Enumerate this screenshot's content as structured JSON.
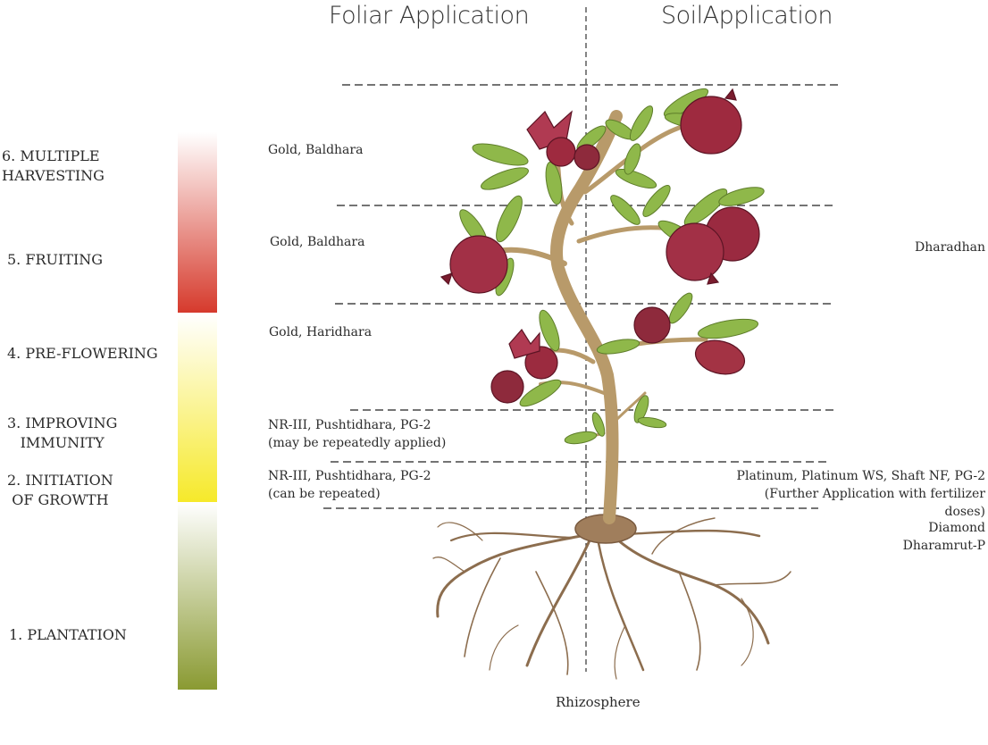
{
  "headers": {
    "foliar": "Foliar Application",
    "soil": "SoilApplication"
  },
  "stages": [
    {
      "lines": [
        "6. MULTIPLE",
        "HARVESTING"
      ]
    },
    {
      "lines": [
        "5. FRUITING"
      ]
    },
    {
      "lines": [
        "4. PRE-FLOWERING"
      ]
    },
    {
      "lines": [
        "3. IMPROVING",
        "IMMUNITY"
      ]
    },
    {
      "lines": [
        "2. INITIATION",
        "OF GROWTH"
      ]
    },
    {
      "lines": [
        "1. PLANTATION"
      ]
    }
  ],
  "foliar_notes": [
    {
      "lines": [
        "Gold, Baldhara"
      ]
    },
    {
      "lines": [
        "Gold, Baldhara"
      ]
    },
    {
      "lines": [
        "Gold, Haridhara"
      ]
    },
    {
      "lines": [
        "NR-III, Pushtidhara, PG-2",
        "(may be repeatedly applied)"
      ]
    },
    {
      "lines": [
        "NR-III, Pushtidhara, PG-2",
        "(can be repeated)"
      ]
    }
  ],
  "soil_notes": [
    {
      "lines": [
        "Dharadhan"
      ]
    },
    {
      "lines": [
        "Platinum, Platinum WS, Shaft NF, PG-2",
        "(Further Application with fertilizer doses)"
      ]
    },
    {
      "lines": [
        "Diamond",
        "Dharamrut-P"
      ]
    }
  ],
  "rhizosphere_label": "Rhizosphere",
  "colors": {
    "harvest_gradient": [
      "#ffffff",
      "#d63a2c"
    ],
    "growth_gradient": [
      "#ffffff",
      "#f6e92a"
    ],
    "plantation_gradient": [
      "#ffffff",
      "#8a9a32"
    ],
    "fruit": "#9e2a3f",
    "leaf": "#8fb84a",
    "stem": "#b89a6a",
    "root": "#8c6d4e"
  }
}
